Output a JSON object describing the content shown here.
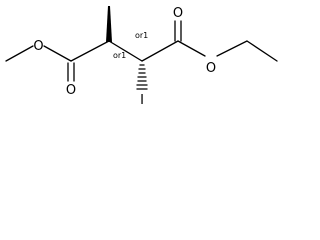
{
  "molecule": {
    "atoms": {
      "o_ester_left": "O",
      "o_carbonyl_left": "O",
      "o_carbonyl_right": "O",
      "o_ester_right": "O",
      "iodine": "I"
    },
    "stereo_labels": {
      "left_center": "or1",
      "right_center": "or1"
    }
  },
  "colors": {
    "bond": "#000000",
    "background": "#ffffff"
  }
}
